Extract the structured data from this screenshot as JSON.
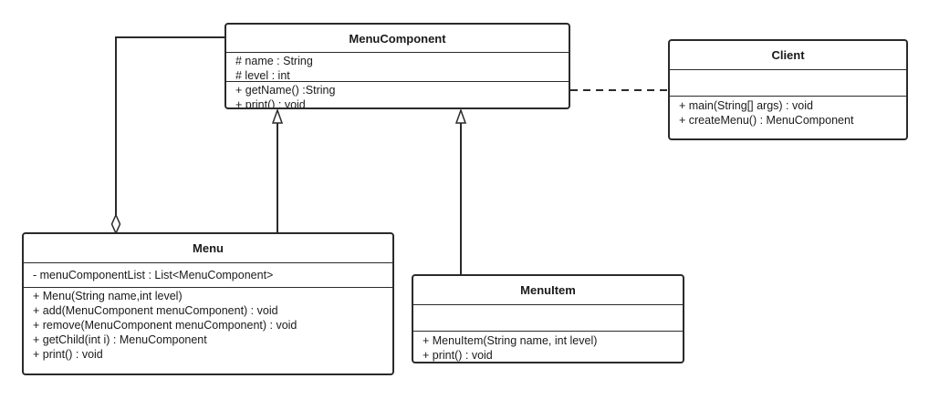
{
  "diagram": {
    "classes": {
      "menu_component": {
        "name": "MenuComponent",
        "attributes": [
          "# name : String",
          "# level : int"
        ],
        "methods": [
          "+ getName() :String",
          "+ print() : void"
        ]
      },
      "client": {
        "name": "Client",
        "attributes": [],
        "methods": [
          "+ main(String[] args) : void",
          "+ createMenu() : MenuComponent"
        ]
      },
      "menu": {
        "name": "Menu",
        "attributes": [
          "- menuComponentList : List<MenuComponent>"
        ],
        "methods": [
          "+ Menu(String name,int level)",
          "+ add(MenuComponent menuComponent) : void",
          "+ remove(MenuComponent menuComponent) : void",
          "+ getChild(int i) : MenuComponent",
          "+ print() : void"
        ]
      },
      "menu_item": {
        "name": "MenuItem",
        "attributes": [],
        "methods": [
          "+ MenuItem(String name, int level)",
          "+ print() : void"
        ]
      }
    },
    "relationships": [
      {
        "type": "generalization",
        "from": "Menu",
        "to": "MenuComponent"
      },
      {
        "type": "generalization",
        "from": "MenuItem",
        "to": "MenuComponent"
      },
      {
        "type": "aggregation",
        "whole": "Menu",
        "part": "MenuComponent"
      },
      {
        "type": "dependency",
        "from": "Client",
        "to": "MenuComponent"
      }
    ]
  }
}
